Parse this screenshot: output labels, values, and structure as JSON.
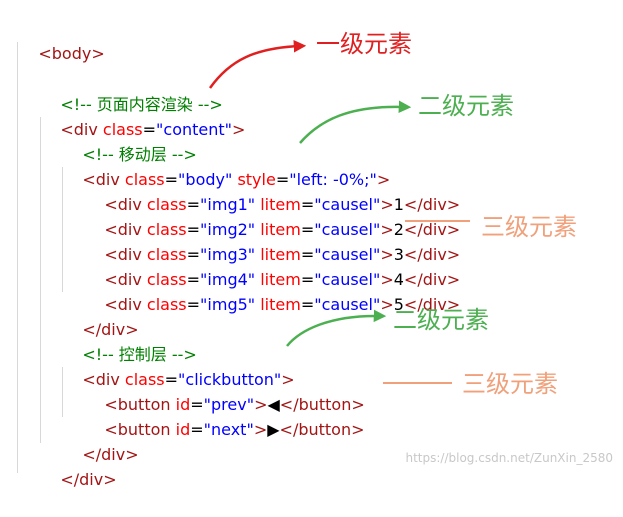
{
  "colors": {
    "tag": "#a31515",
    "attr": "#ff0000",
    "string": "#0000ff",
    "text": "#000000",
    "comment": "#008000",
    "level1": "#e02020",
    "level2": "#4caf50",
    "level3": "#f0a07a"
  },
  "code": {
    "body_open": "<body>",
    "comment_content": "<!-- 页面内容渲染 -->",
    "div_open": "<div",
    "div_close_tag": "</div>",
    "gt": ">",
    "class_attr": "class",
    "eq": "=",
    "content_val": "\"content\"",
    "comment_move": "<!-- 移动层 -->",
    "body_val": "\"body\"",
    "style_attr": "style",
    "style_val": "\"left: -0%;\"",
    "litem_attr": "litem",
    "causel_val": "\"causel\"",
    "img1": "\"img1\"",
    "img2": "\"img2\"",
    "img3": "\"img3\"",
    "img4": "\"img4\"",
    "img5": "\"img5\"",
    "n1": "1",
    "n2": "2",
    "n3": "3",
    "n4": "4",
    "n5": "5",
    "comment_ctrl": "<!-- 控制层 -->",
    "clickbutton_val": "\"clickbutton\"",
    "button_open": "<button",
    "button_close_tag": "</button>",
    "id_attr": "id",
    "prev_val": "\"prev\"",
    "next_val": "\"next\"",
    "prev_glyph": "◀",
    "next_glyph": "▶"
  },
  "annotations": {
    "level1": "一级元素",
    "level2": "二级元素",
    "level3": "三级元素"
  },
  "watermark": "https://blog.csdn.net/ZunXin_2580"
}
